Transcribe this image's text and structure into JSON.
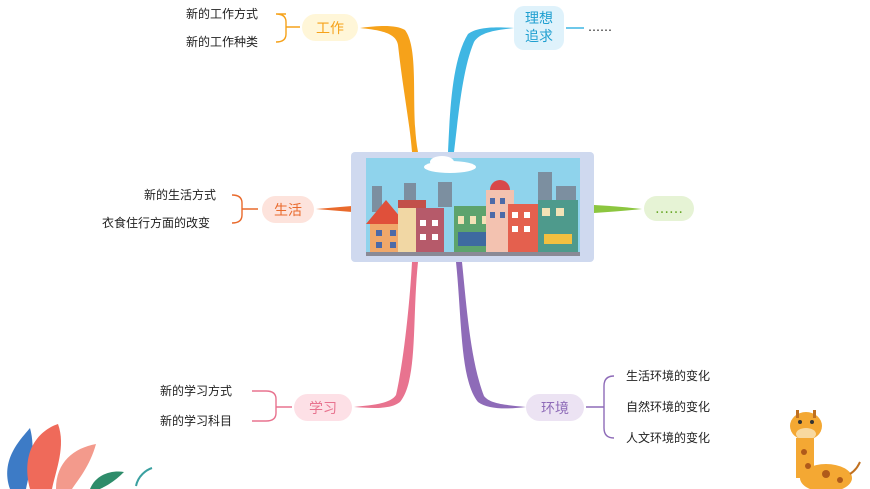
{
  "colors": {
    "work": "#f6a21a",
    "ideal": "#3fb6e3",
    "life": "#e96a2c",
    "other": "#8cc63f",
    "study": "#e8738f",
    "env": "#8e6bb8"
  },
  "branches": {
    "work": {
      "label": "工作",
      "leaves": [
        "新的工作方式",
        "新的工作种类"
      ]
    },
    "ideal": {
      "label_line1": "理想",
      "label_line2": "追求",
      "leaf": "……"
    },
    "life": {
      "label": "生活",
      "leaves": [
        "新的生活方式",
        "衣食住行方面的改变"
      ]
    },
    "other": {
      "label": "……"
    },
    "study": {
      "label": "学习",
      "leaves": [
        "新的学习方式",
        "新的学习科目"
      ]
    },
    "env": {
      "label": "环境",
      "leaves": [
        "生活环境的变化",
        "自然环境的变化",
        "人文环境的变化"
      ]
    }
  },
  "icons": {
    "center": "city-skyline-illustration",
    "mascot": "giraffe-icon",
    "decor": "leaf-decoration-icon"
  }
}
